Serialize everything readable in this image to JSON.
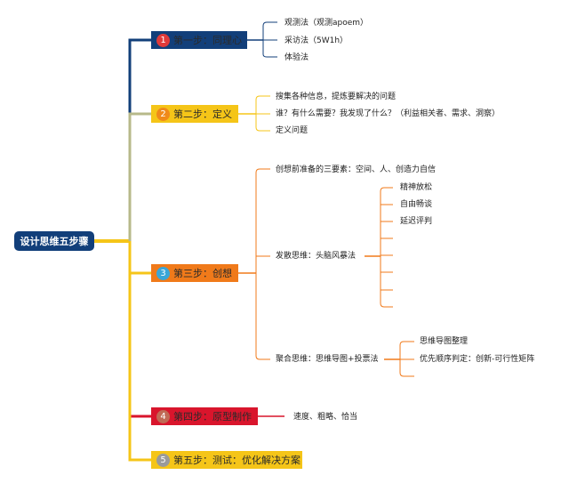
{
  "root": {
    "label": "设计思维五步骤"
  },
  "steps": [
    {
      "num": "1",
      "label": "第一步：同理心",
      "color": "#123f7a",
      "text_color": "#2a2a2a",
      "badge_color": "#e03a3a"
    },
    {
      "num": "2",
      "label": "第二步：定义",
      "color": "#f5c518",
      "text_color": "#2a2a2a",
      "badge_color": "#f08a1a"
    },
    {
      "num": "3",
      "label": "第三步：创想",
      "color": "#f07a1a",
      "text_color": "#2a2a2a",
      "badge_color": "#3aa6d8"
    },
    {
      "num": "4",
      "label": "第四步：原型制作",
      "color": "#d9152c",
      "text_color": "#2a2a2a",
      "badge_color": "#c06a55"
    },
    {
      "num": "5",
      "label": "第五步：测试：优化解决方案",
      "color": "#f5c518",
      "text_color": "#2a2a2a",
      "badge_color": "#9a9a9a"
    }
  ],
  "step1_items": [
    "观测法（观测apoem）",
    "采访法（5W1h）",
    "体验法"
  ],
  "step2_items": [
    "搜集各种信息，提炼要解决的问题",
    "谁？有什么需要？我发现了什么？（利益相关者、需求、洞察）",
    "定义问题"
  ],
  "step3_items": {
    "prep": "创想前准备的三要素：空间、人、创造力自信",
    "divergent": "发散思维：头脑风暴法",
    "divergent_children": [
      "精神放松",
      "自由畅谈",
      "延迟评判",
      "",
      "",
      "",
      ""
    ],
    "convergent": "聚合思维：思维导图+投票法",
    "convergent_children": [
      "思维导图整理",
      "优先顺序判定：创新-可行性矩阵",
      ""
    ]
  },
  "step4_items": [
    "速度、粗略、恰当"
  ]
}
